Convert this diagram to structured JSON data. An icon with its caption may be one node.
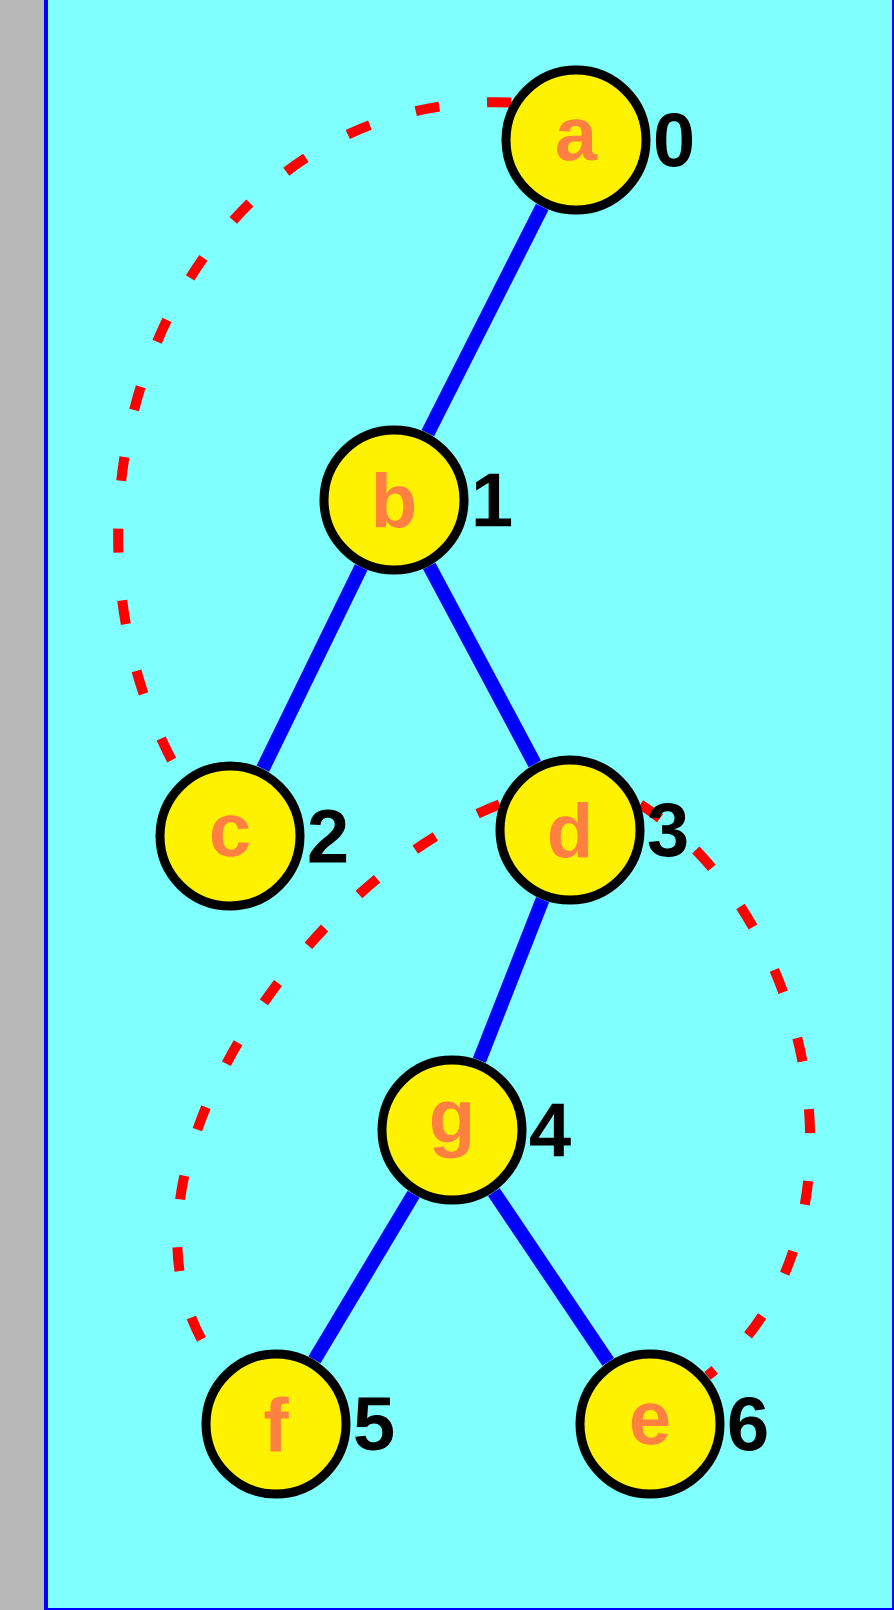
{
  "diagram": {
    "nodes": [
      {
        "text": [
          "a"
        ],
        "beside": [
          "0"
        ]
      },
      {
        "text": [
          "b"
        ],
        "beside": [
          "1"
        ]
      },
      {
        "text": [
          "c"
        ],
        "beside": [
          "2"
        ]
      },
      {
        "text": [
          "d"
        ],
        "beside": [
          "3"
        ]
      },
      {
        "text": [
          "g"
        ],
        "beside": [
          "4"
        ]
      },
      {
        "text": [
          "f"
        ],
        "beside": [
          "5"
        ]
      },
      {
        "text": [
          "e"
        ],
        "beside": [
          "6"
        ]
      }
    ],
    "edges": [
      {
        "from": 0,
        "to": 1,
        "arrow": "none"
      },
      {
        "from": 1,
        "to": 2,
        "arrow": "none"
      },
      {
        "from": 1,
        "to": 3,
        "arrow": "none"
      },
      {
        "from": 3,
        "to": 4,
        "arrow": "none"
      },
      {
        "from": 4,
        "to": 5,
        "arrow": "none"
      },
      {
        "from": 4,
        "to": 6,
        "arrow": "none"
      },
      {
        "from": 0,
        "to": 2,
        "arrow": "none",
        "style": "dashed",
        "color": "#ff0000"
      },
      {
        "from": 3,
        "to": 5,
        "arrow": "none",
        "style": "dashed",
        "color": "#ff0000"
      },
      {
        "from": 3,
        "to": 6,
        "arrow": "none",
        "style": "dashed",
        "color": "#ff0000"
      }
    ]
  }
}
